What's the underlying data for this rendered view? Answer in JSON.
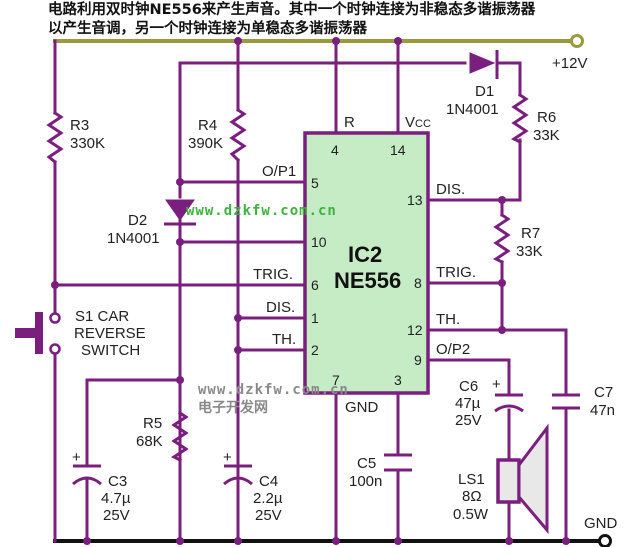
{
  "title": {
    "line1": "电路利用双时钟NE556来产生声音。其中一个时钟连接为非稳态多谐振荡器",
    "line2": "以产生音调，另一个时钟连接为单稳态多谐振荡器"
  },
  "colors": {
    "wire": "#7b1f7f",
    "supply_rail": "#9a9a3c",
    "ground_rail": "#111111",
    "ic_fill": "#c5ecc5",
    "speaker_fill": "#e8e8e8",
    "watermark_green": "#3db33d",
    "watermark_gray": "#8a8a8a"
  },
  "rails": {
    "supply_label": "+12V",
    "ground_label": "GND"
  },
  "ic": {
    "name": "IC2",
    "part": "NE556",
    "gnd_label": "GND",
    "pins": {
      "p4": "4",
      "p14": "14",
      "p5": "5",
      "p10": "10",
      "p6": "6",
      "p1": "1",
      "p2": "2",
      "p7": "7",
      "p3": "3",
      "p13": "13",
      "p8": "8",
      "p12": "12",
      "p9": "9"
    },
    "pin_labels": {
      "r": "R",
      "vcc_main": "V",
      "vcc_sub": "CC",
      "op1": "O/P1",
      "trig_left": "TRIG.",
      "dis_left": "DIS.",
      "th_left": "TH.",
      "dis_right": "DIS.",
      "trig_right": "TRIG.",
      "th_right": "TH.",
      "op2": "O/P2"
    }
  },
  "components": {
    "r3": {
      "ref": "R3",
      "value": "330K"
    },
    "r4": {
      "ref": "R4",
      "value": "390K"
    },
    "r5": {
      "ref": "R5",
      "value": "68K"
    },
    "r6": {
      "ref": "R6",
      "value": "33K"
    },
    "r7": {
      "ref": "R7",
      "value": "33K"
    },
    "d1": {
      "ref": "D1",
      "value": "1N4001"
    },
    "d2": {
      "ref": "D2",
      "value": "1N4001"
    },
    "c3": {
      "ref": "C3",
      "value": "4.7µ",
      "rating": "25V"
    },
    "c4": {
      "ref": "C4",
      "value": "2.2µ",
      "rating": "25V"
    },
    "c5": {
      "ref": "C5",
      "value": "100n"
    },
    "c6": {
      "ref": "C6",
      "value": "47µ",
      "rating": "25V"
    },
    "c7": {
      "ref": "C7",
      "value": "47n"
    },
    "ls1": {
      "ref": "LS1",
      "value": "8Ω",
      "rating": "0.5W"
    },
    "s1": {
      "line1": "S1 CAR",
      "line2": "REVERSE",
      "line3": "SWITCH"
    },
    "plus": "+"
  },
  "watermarks": {
    "green": "www.dzkfw.com.cn",
    "gray": "www.dzkfw.com.cn",
    "gray_cn": "电子开发网"
  }
}
